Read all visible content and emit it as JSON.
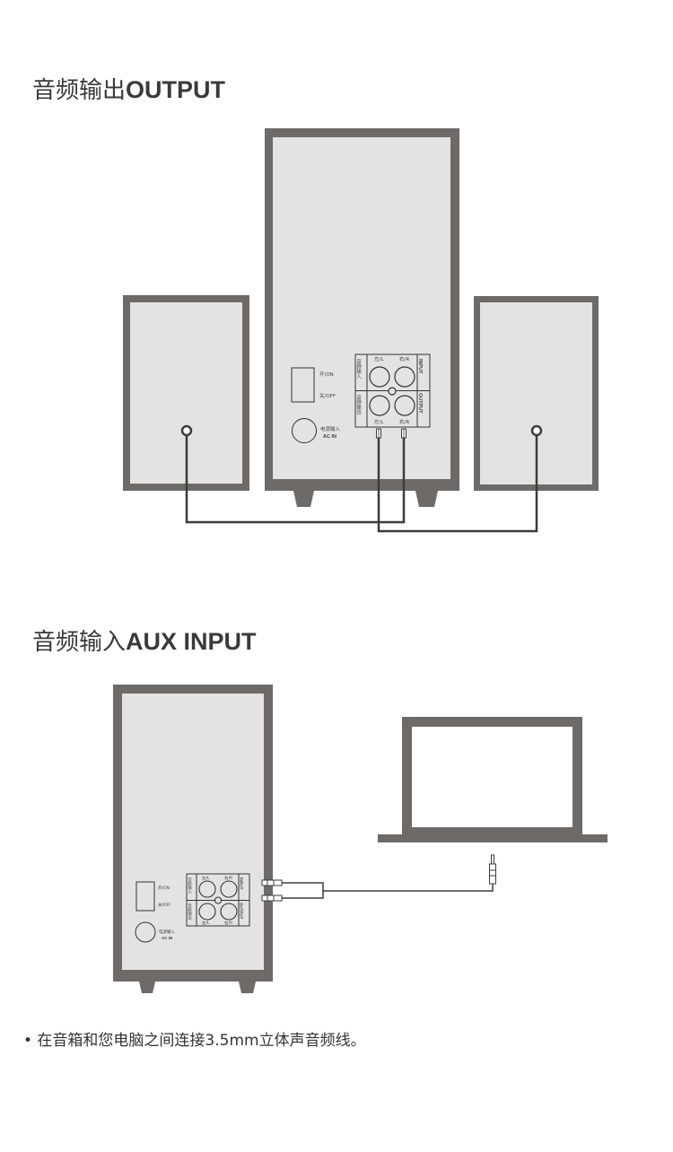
{
  "sections": {
    "output": {
      "title_cn": "音频输出",
      "title_en": "OUTPUT"
    },
    "input": {
      "title_cn": "音频输入",
      "title_en": "AUX INPUT"
    }
  },
  "panel": {
    "power_on": "开/ON",
    "power_off": "关/OFF",
    "ac_in_cn": "电源输入",
    "ac_in_en": "AC IN",
    "input_cn": "音频输入",
    "output_cn": "音频输出",
    "input_en": "INPUT",
    "output_en": "OUTPUT",
    "left_label": "左/L",
    "right_label": "右/R",
    "jack_l": "L",
    "jack_r": "R"
  },
  "note": "• 在音箱和您电脑之间连接3.5mm立体声音频线。",
  "colors": {
    "frame": "#6f6a6a",
    "panel": "#e4e3e3",
    "cable": "#3c3c3c"
  }
}
